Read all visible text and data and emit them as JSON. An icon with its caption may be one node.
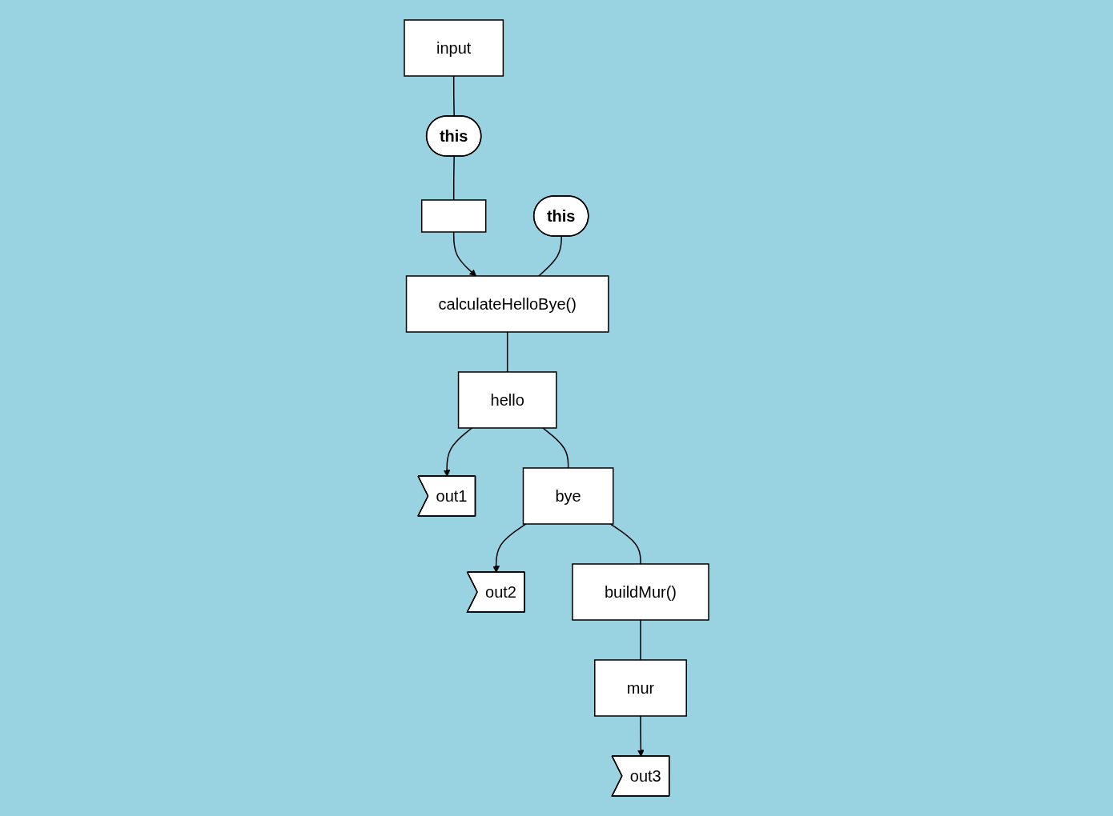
{
  "diagram": {
    "nodes": [
      {
        "text": [
          "input"
        ]
      },
      {
        "text": [
          "this"
        ]
      },
      {
        "text": [
          "this"
        ]
      },
      {
        "text": [],
        "shape": "box"
      },
      {
        "text": [
          "calculateHelloBye()"
        ]
      },
      {
        "text": [
          "out1"
        ]
      },
      {
        "text": [
          "hello"
        ]
      },
      {
        "text": [
          "out2"
        ]
      },
      {
        "text": [
          "bye"
        ]
      },
      {
        "text": [
          "buildMur()"
        ]
      },
      {
        "text": [
          "out3"
        ]
      },
      {
        "text": [
          "mur"
        ]
      }
    ],
    "edges": [
      {
        "from": 0,
        "to": 1,
        "arrow": "none"
      },
      {
        "from": 1,
        "to": 3,
        "arrow": "none"
      },
      {
        "from": 3,
        "to": 4,
        "arrow": "to"
      },
      {
        "from": 2,
        "to": 4,
        "arrow": "none"
      },
      {
        "from": 4,
        "to": 6,
        "arrow": "none"
      },
      {
        "from": 6,
        "to": 5,
        "arrow": "to"
      },
      {
        "from": 6,
        "to": 8,
        "arrow": "none"
      },
      {
        "from": 8,
        "to": 7,
        "arrow": "to"
      },
      {
        "from": 8,
        "to": 9,
        "arrow": "none"
      },
      {
        "from": 9,
        "to": 11,
        "arrow": "none"
      },
      {
        "from": 11,
        "to": 10,
        "arrow": "to"
      }
    ]
  }
}
